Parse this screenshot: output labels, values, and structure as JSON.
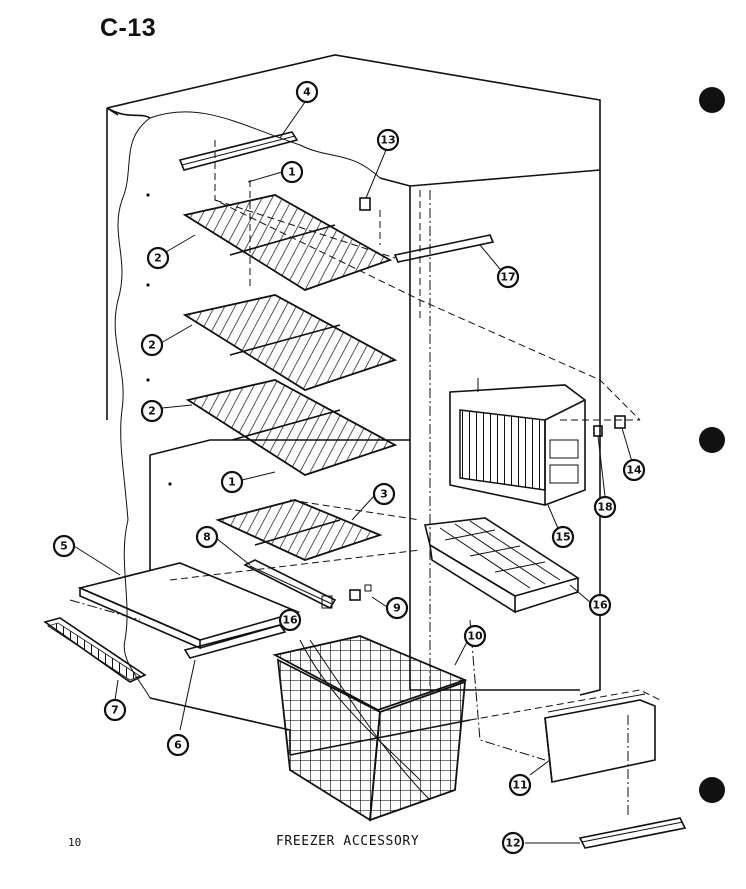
{
  "header": {
    "page_code": "C-13"
  },
  "footer": {
    "page_number": "10",
    "caption": "FREEZER ACCESSORY"
  },
  "callouts": [
    {
      "id": "part-4",
      "label": "4"
    },
    {
      "id": "part-13",
      "label": "13"
    },
    {
      "id": "part-1a",
      "label": "1"
    },
    {
      "id": "part-2a",
      "label": "2"
    },
    {
      "id": "part-17",
      "label": "17"
    },
    {
      "id": "part-2b",
      "label": "2"
    },
    {
      "id": "part-2c",
      "label": "2"
    },
    {
      "id": "part-14",
      "label": "14"
    },
    {
      "id": "part-18",
      "label": "18"
    },
    {
      "id": "part-1b",
      "label": "1"
    },
    {
      "id": "part-3",
      "label": "3"
    },
    {
      "id": "part-15",
      "label": "15"
    },
    {
      "id": "part-8",
      "label": "8"
    },
    {
      "id": "part-5",
      "label": "5"
    },
    {
      "id": "part-16",
      "label": "16"
    },
    {
      "id": "part-9",
      "label": "9"
    },
    {
      "id": "part-10",
      "label": "10"
    },
    {
      "id": "part-6b",
      "label": "16"
    },
    {
      "id": "part-7",
      "label": "7"
    },
    {
      "id": "part-6",
      "label": "6"
    },
    {
      "id": "part-11",
      "label": "11"
    },
    {
      "id": "part-12",
      "label": "12"
    }
  ],
  "colors": {
    "ink": "#111111",
    "paper": "#ffffff"
  }
}
